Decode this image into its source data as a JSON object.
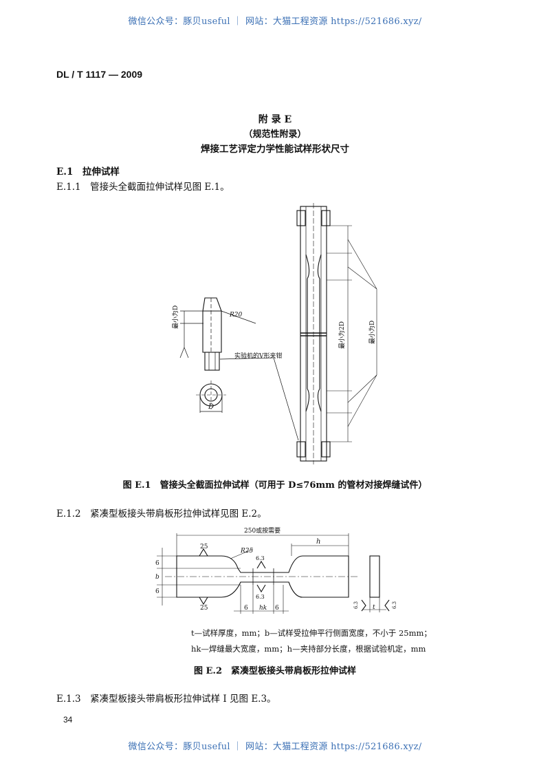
{
  "watermark": "微信公众号：豚贝useful ｜ 网站：大猫工程资源 https://521686.xyz/",
  "standard_code": "DL / T 1117 — 2009",
  "appendix": {
    "title": "附 录 E",
    "type": "（规范性附录）",
    "subtitle": "焊接工艺评定力学性能试样形状尺寸"
  },
  "sections": {
    "e1": "E.1　拉伸试样",
    "e11": "E.1.1　管接头全截面拉伸试样见图 E.1。",
    "e12": "E.1.2　紧凑型板接头带肩板形拉伸试样见图 E.2。",
    "e13": "E.1.3　紧凑型板接头带肩板形拉伸试样 Ⅰ 见图 E.3。"
  },
  "figure1": {
    "caption": "图 E.1　管接头全截面拉伸试样（可用于 D≤76mm 的管材对接焊缝试件）",
    "labels": {
      "min_d": "最小为D",
      "r20": "R20",
      "clamp": "实验机的V形夹钳",
      "d": "D",
      "min_2d": "最小为2D",
      "min_d_right": "最小为D"
    }
  },
  "figure2": {
    "caption": "图 E.2　紧凑型板接头带肩板形拉伸试样",
    "labels": {
      "total": "250或按需要",
      "h": "h",
      "r25": "R25",
      "rough_25_top": "25",
      "rough_25_bottom": "25",
      "rough_63_top": "6.3",
      "rough_63_mid": "6.3",
      "six_a": "6",
      "six_b": "6",
      "six_c": "6",
      "six_d": "6",
      "b": "b",
      "hk": "hk",
      "t": "t",
      "rough_63_side_l": "6.3",
      "rough_63_side_r": "6.3"
    },
    "note_line1": "t—试样厚度，mm；b—试样受拉伸平行侧面宽度，不小于 25mm；",
    "note_line2": "hk—焊缝最大宽度，mm；h—夹持部分长度，根据试验机定，mm"
  },
  "page_number": "34"
}
